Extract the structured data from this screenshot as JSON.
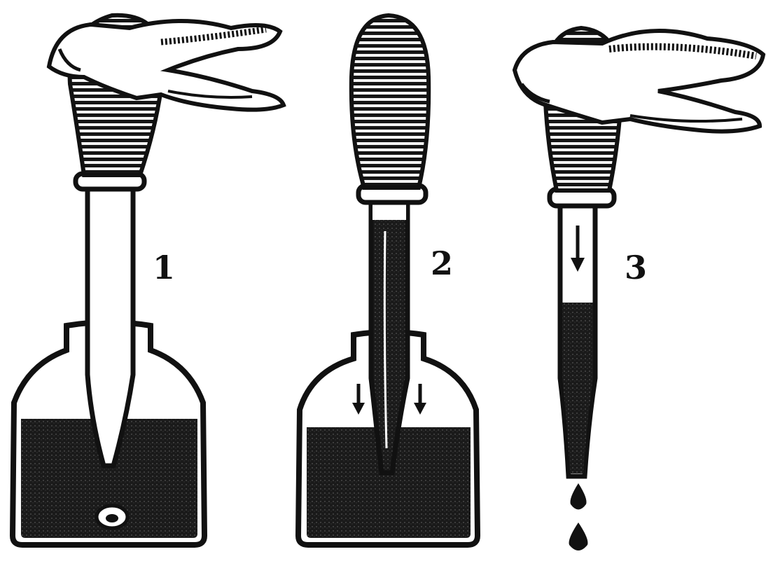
{
  "colors": {
    "ink": "#111111",
    "paper": "#ffffff",
    "liquid": "#1a1a1a"
  },
  "panels": [
    {
      "label": "1",
      "bulb_state": "squeezed",
      "liquid_in_tube": false,
      "bottle": true,
      "arrows": []
    },
    {
      "label": "2",
      "bulb_state": "released",
      "liquid_in_tube": true,
      "bottle": true,
      "arrows": [
        "down",
        "down"
      ]
    },
    {
      "label": "3",
      "bulb_state": "squeezed",
      "liquid_in_tube": true,
      "bottle": false,
      "arrows": [
        "down"
      ],
      "drops": 2
    }
  ]
}
